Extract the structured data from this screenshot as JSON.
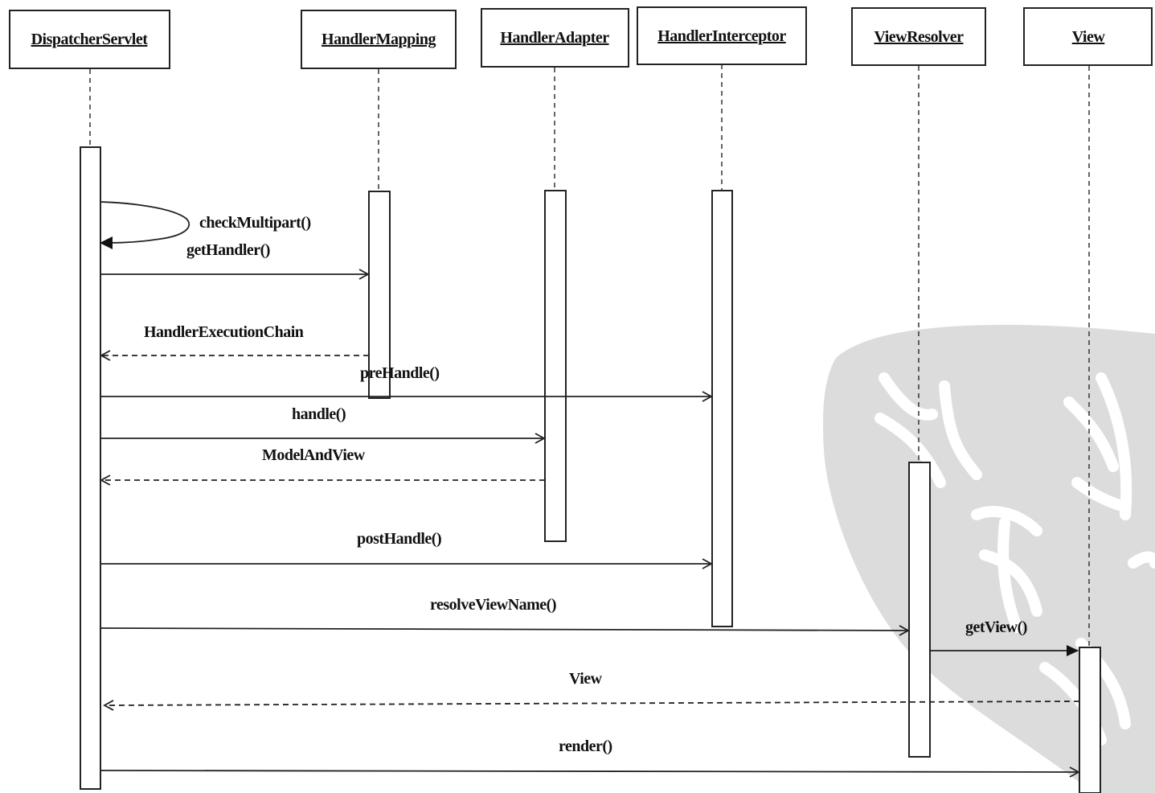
{
  "participants": [
    {
      "id": "dispatcher",
      "label": "DispatcherServlet"
    },
    {
      "id": "mapping",
      "label": "HandlerMapping"
    },
    {
      "id": "adapter",
      "label": "HandlerAdapter"
    },
    {
      "id": "interceptor",
      "label": "HandlerInterceptor"
    },
    {
      "id": "resolver",
      "label": "ViewResolver"
    },
    {
      "id": "view",
      "label": "View"
    }
  ],
  "messages": [
    {
      "id": "checkMultipart",
      "label": "checkMultipart()",
      "from": "dispatcher",
      "to": "dispatcher",
      "kind": "self-call"
    },
    {
      "id": "getHandler",
      "label": "getHandler()",
      "from": "dispatcher",
      "to": "mapping",
      "kind": "call"
    },
    {
      "id": "handlerExecutionChain",
      "label": "HandlerExecutionChain",
      "from": "mapping",
      "to": "dispatcher",
      "kind": "return"
    },
    {
      "id": "preHandle",
      "label": "preHandle()",
      "from": "dispatcher",
      "to": "interceptor",
      "kind": "call"
    },
    {
      "id": "handle",
      "label": "handle()",
      "from": "dispatcher",
      "to": "adapter",
      "kind": "call"
    },
    {
      "id": "modelAndView",
      "label": "ModelAndView",
      "from": "adapter",
      "to": "dispatcher",
      "kind": "return"
    },
    {
      "id": "postHandle",
      "label": "postHandle()",
      "from": "dispatcher",
      "to": "interceptor",
      "kind": "call"
    },
    {
      "id": "resolveViewName",
      "label": "resolveViewName()",
      "from": "dispatcher",
      "to": "resolver",
      "kind": "call"
    },
    {
      "id": "getView",
      "label": "getView()",
      "from": "resolver",
      "to": "view",
      "kind": "sync-call"
    },
    {
      "id": "viewReturn",
      "label": "View",
      "from": "view",
      "to": "dispatcher",
      "kind": "return"
    },
    {
      "id": "render",
      "label": "render()",
      "from": "dispatcher",
      "to": "view",
      "kind": "call"
    }
  ],
  "watermark": {
    "kind": "seal-stamp",
    "color": "#dcdcdc"
  }
}
